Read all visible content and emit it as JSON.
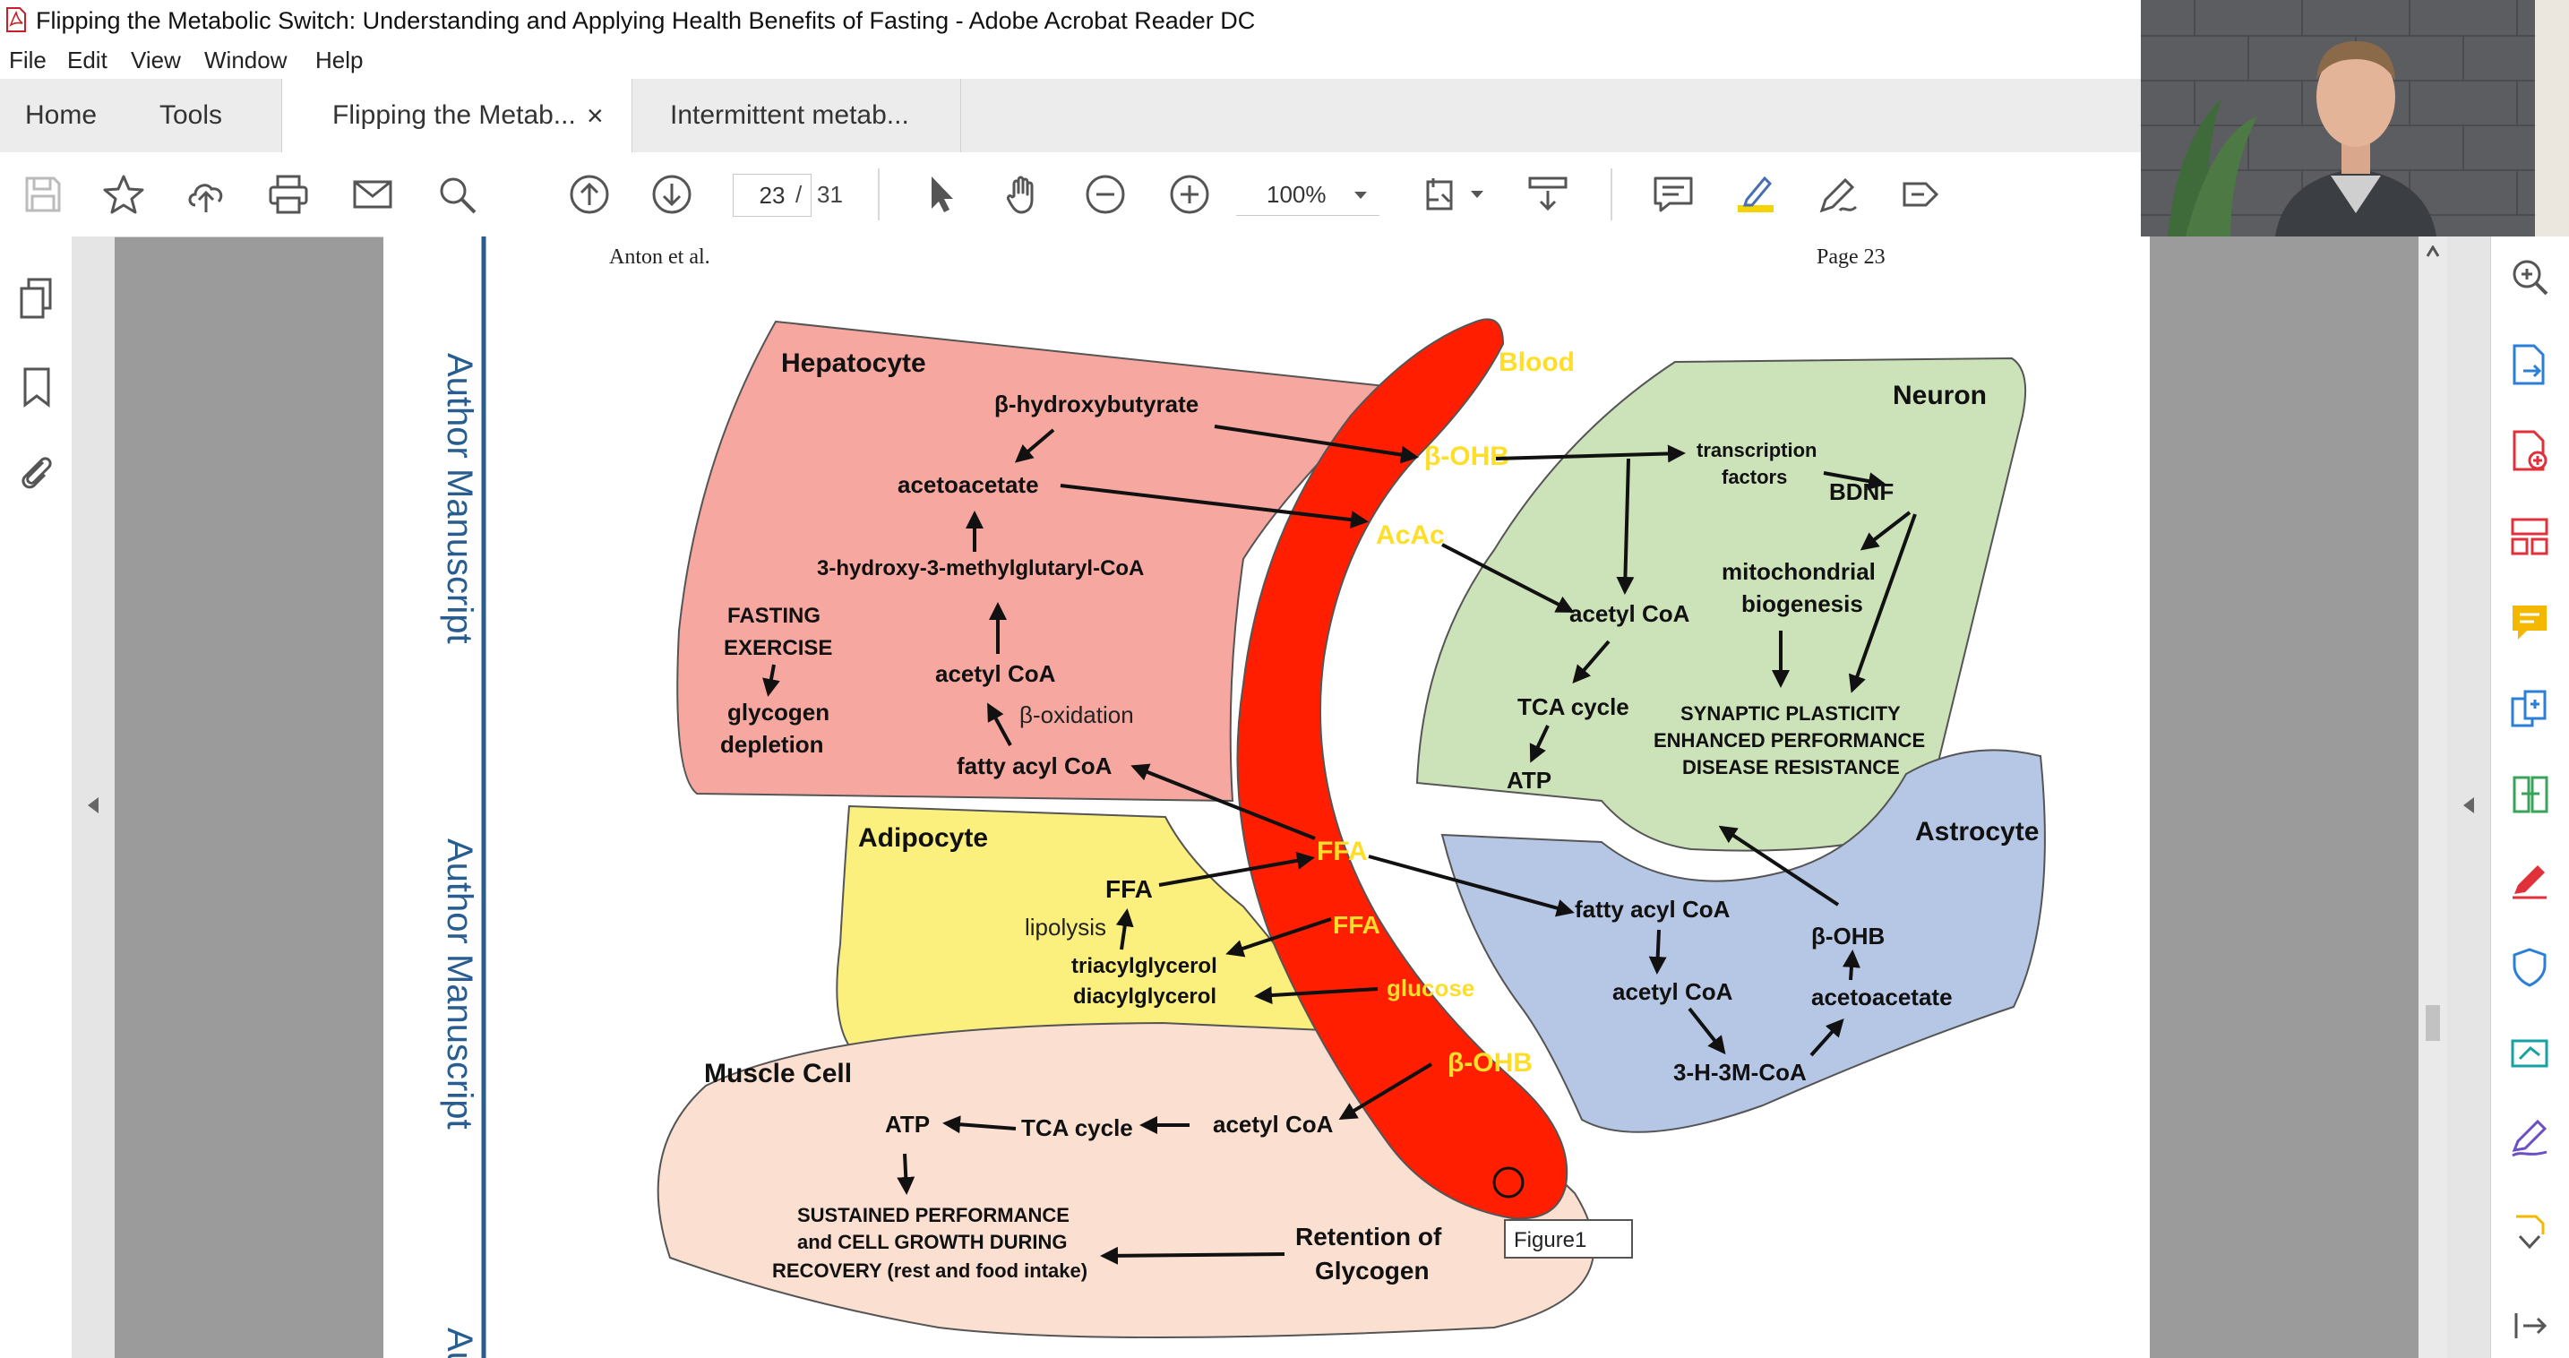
{
  "window": {
    "title": "Flipping the Metabolic Switch: Understanding and Applying Health Benefits of Fasting - Adobe Acrobat Reader DC"
  },
  "menu": [
    "File",
    "Edit",
    "View",
    "Window",
    "Help"
  ],
  "tabs": {
    "home": "Home",
    "tools": "Tools",
    "doc1": "Flipping the Metab...",
    "doc1_close": "×",
    "doc2": "Intermittent metab..."
  },
  "toolbar": {
    "page_current": "23",
    "page_separator": "/",
    "page_total": "31",
    "zoom": "100%"
  },
  "page": {
    "header_left": "Anton et al.",
    "header_right": "Page 23",
    "watermark": "Author Manuscript",
    "watermark_partial": "Au"
  },
  "figure": {
    "blood": {
      "title": "Blood",
      "bohb_top": "β-OHB",
      "acac": "AcAc",
      "ffa1": "FFA",
      "ffa2": "FFA",
      "glucose": "glucose",
      "bohb_bottom": "β-OHB"
    },
    "hepatocyte": {
      "title": "Hepatocyte",
      "bhb": "β-hydroxybutyrate",
      "acetoacetate": "acetoacetate",
      "hmg": "3-hydroxy-3-methylglutaryl-CoA",
      "fasting": "FASTING",
      "exercise": "EXERCISE",
      "glycogen": "glycogen",
      "depletion": "depletion",
      "acetyl_coa": "acetyl CoA",
      "beta_ox": "β-oxidation",
      "fatty_acyl": "fatty acyl CoA"
    },
    "adipocyte": {
      "title": "Adipocyte",
      "ffa": "FFA",
      "lipolysis": "lipolysis",
      "tag": "triacylglycerol",
      "dag": "diacylglycerol"
    },
    "muscle": {
      "title": "Muscle Cell",
      "atp": "ATP",
      "tca": "TCA cycle",
      "acetyl_coa": "acetyl CoA",
      "sustained1": "SUSTAINED PERFORMANCE",
      "sustained2": "and CELL GROWTH DURING",
      "sustained3": "RECOVERY (rest and food intake)",
      "retention1": "Retention of",
      "retention2": "Glycogen"
    },
    "neuron": {
      "title": "Neuron",
      "tf1": "transcription",
      "tf2": "factors",
      "bdnf": "BDNF",
      "mito1": "mitochondrial",
      "mito2": "biogenesis",
      "acetyl_coa": "acetyl CoA",
      "tca": "TCA cycle",
      "atp": "ATP",
      "syn1": "SYNAPTIC PLASTICITY",
      "syn2": "ENHANCED PERFORMANCE",
      "syn3": "DISEASE RESISTANCE"
    },
    "astrocyte": {
      "title": "Astrocyte",
      "fatty_acyl": "fatty acyl CoA",
      "bohb": "β-OHB",
      "acetyl_coa": "acetyl CoA",
      "acetoacetate": "acetoacetate",
      "hmg": "3-H-3M-CoA"
    },
    "tooltip": "Figure1"
  }
}
